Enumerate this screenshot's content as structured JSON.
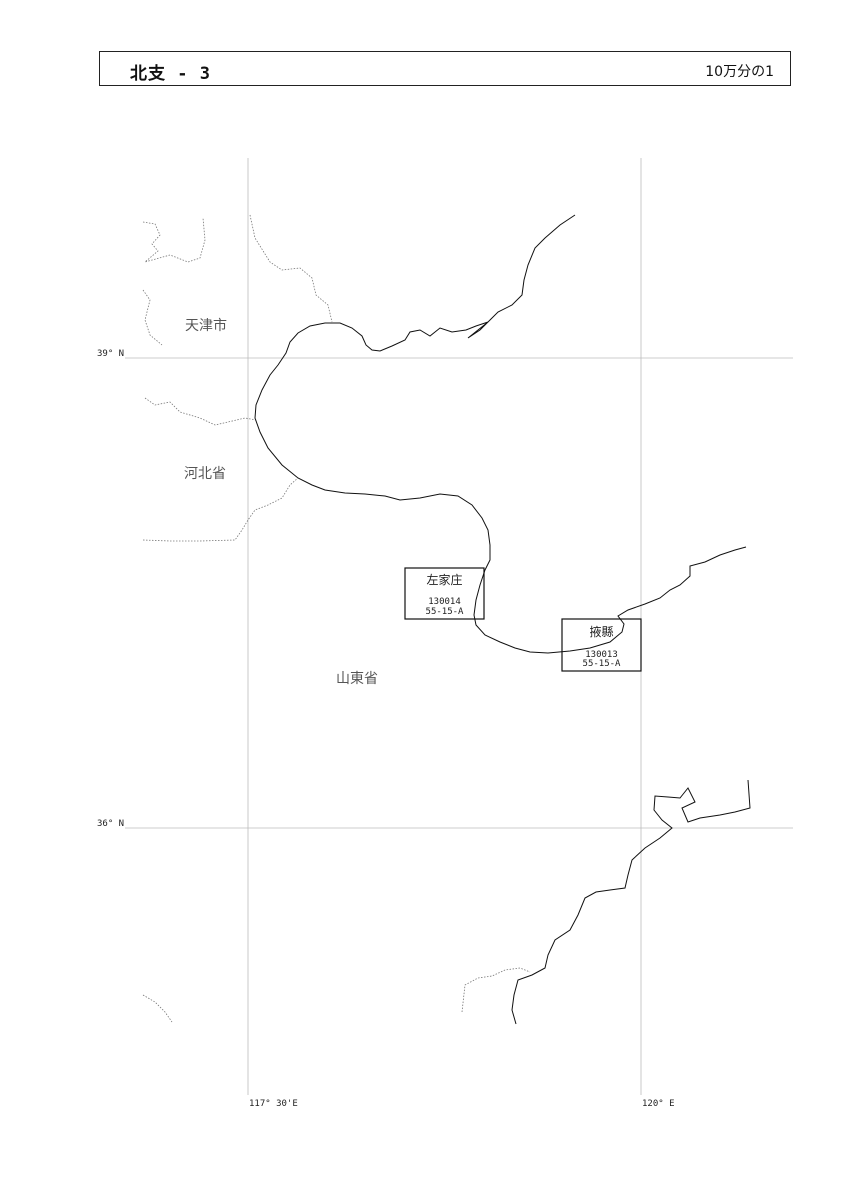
{
  "header": {
    "title": "北支 - 3",
    "scale": "10万分の1"
  },
  "coords": {
    "lat_39": "39° N",
    "lat_36": "36° N",
    "lon_117_30": "117° 30'E",
    "lon_120": "120° E"
  },
  "regions": {
    "tianjin": "天津市",
    "hebei": "河北省",
    "shandong": "山東省"
  },
  "sheets": [
    {
      "name": "左家庄",
      "code": "130014",
      "ref": "55-15-A"
    },
    {
      "name": "掖縣",
      "code": "130013",
      "ref": "55-15-A"
    }
  ]
}
